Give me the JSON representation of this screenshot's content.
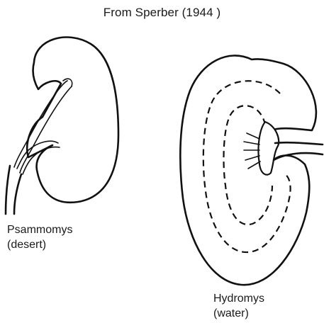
{
  "figure": {
    "caption": "From Sperber (1944 )"
  },
  "kidneys": [
    {
      "name": "Psammomys",
      "habitat": "(desert)"
    },
    {
      "name": "Hydromys",
      "habitat": "(water)"
    }
  ]
}
